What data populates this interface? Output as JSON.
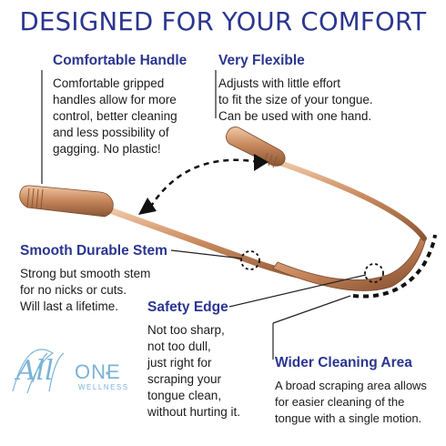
{
  "title": "DESIGNED FOR YOUR COMFORT",
  "sections": {
    "handle": {
      "heading": "Comfortable Handle",
      "lines": [
        "Comfortable gripped",
        "handles allow for more",
        "control, better cleaning",
        "and less possibility of",
        "gagging. No plastic!"
      ]
    },
    "flexible": {
      "heading": "Very Flexible",
      "lines": [
        "Adjusts with little effort",
        "to fit the size of your tongue.",
        "Can be used with one hand."
      ]
    },
    "stem": {
      "heading": "Smooth Durable Stem",
      "lines": [
        "Strong but smooth stem",
        "for no nicks or cuts.",
        "Will last a lifetime."
      ]
    },
    "safety": {
      "heading": "Safety Edge",
      "lines": [
        "Not too sharp,",
        "not too dull,",
        "just right for",
        "scraping your",
        "tongue clean,",
        "without hurting it."
      ]
    },
    "wider": {
      "heading": "Wider Cleaning Area",
      "lines": [
        "A broad scraping area allows",
        "for easier cleaning of the",
        "tongue with a single motion."
      ]
    }
  },
  "logo": {
    "script": "All",
    "brand": "ONE",
    "sub": "WELLNESS"
  },
  "colors": {
    "title": "#2b3590",
    "copper": "#c98a5e",
    "logo": "#7bb3d8"
  }
}
